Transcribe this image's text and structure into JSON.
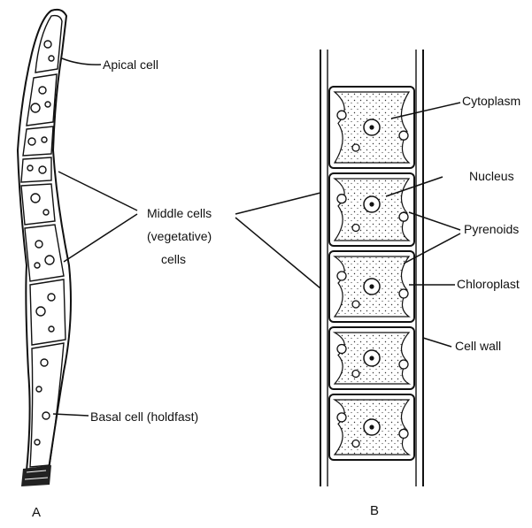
{
  "figure_a": {
    "panel_label": "A",
    "labels": {
      "apical": "Apical cell",
      "middle_line1": "Middle cells",
      "middle_line2": "(vegetative)",
      "middle_line3": "cells",
      "basal": "Basal cell (holdfast)"
    }
  },
  "figure_b": {
    "panel_label": "B",
    "labels": {
      "cytoplasm": "Cytoplasm",
      "nucleus": "Nucleus",
      "pyrenoids": "Pyrenoids",
      "chloroplast": "Chloroplast",
      "cell_wall": "Cell wall"
    }
  }
}
